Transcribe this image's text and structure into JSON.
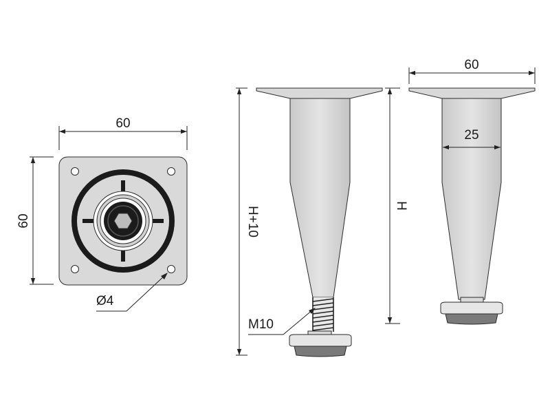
{
  "top_view": {
    "width_label": "60",
    "height_label": "60",
    "hole_label": "Ø4"
  },
  "side_view": {
    "height_label": "H+10",
    "thread_label": "M10"
  },
  "front_view": {
    "width_label": "60",
    "shaft_label": "25",
    "height_label": "H"
  },
  "colors": {
    "plate": "#d9d9d9",
    "ring": "#1b1b1b",
    "leg": "#d7d7d7",
    "glide": "#7a7a7a",
    "line": "#222222"
  }
}
